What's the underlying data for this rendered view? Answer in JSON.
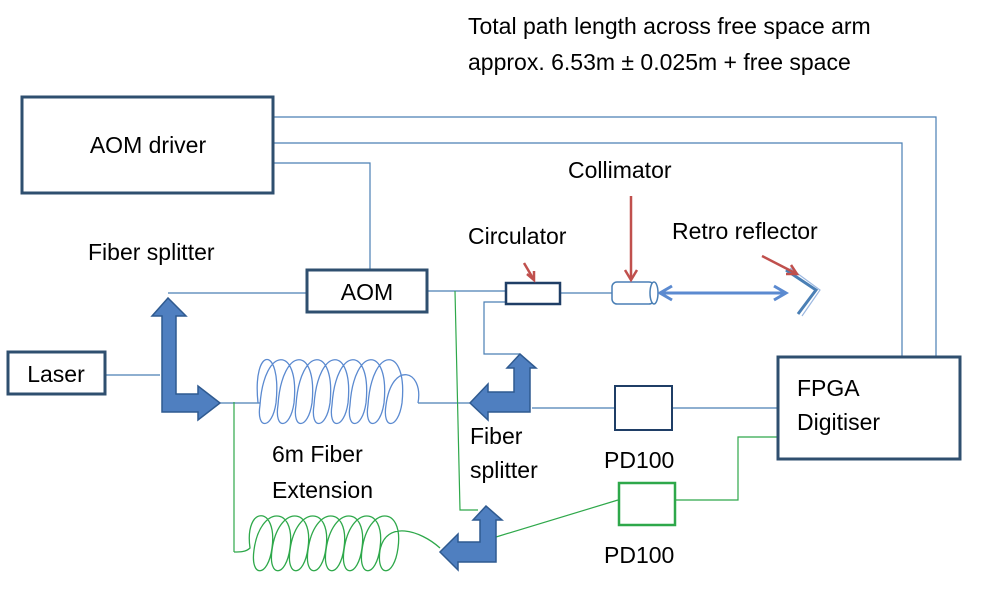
{
  "title_lines": [
    "Total path length across free space arm",
    "approx. 6.53m ± 0.025m + free space"
  ],
  "labels": {
    "aom_driver": "AOM driver",
    "aom": "AOM",
    "laser": "Laser",
    "fpga_line1": "FPGA",
    "fpga_line2": "Digitiser",
    "pd100_top": "PD100",
    "pd100_bottom": "PD100",
    "fiber_splitter_top": "Fiber splitter",
    "fiber_splitter_mid_line1": "Fiber",
    "fiber_splitter_mid_line2": "splitter",
    "circulator": "Circulator",
    "collimator": "Collimator",
    "retro_reflector": "Retro reflector",
    "extension_line1": "6m Fiber",
    "extension_line2": "Extension"
  },
  "colors": {
    "box_stroke": "#2f4f6f",
    "fiber_blue": "#4a7fb5",
    "fiber_green": "#2ea84a",
    "splitter_fill": "#4f7fc0",
    "pointer_red": "#c0504d"
  }
}
